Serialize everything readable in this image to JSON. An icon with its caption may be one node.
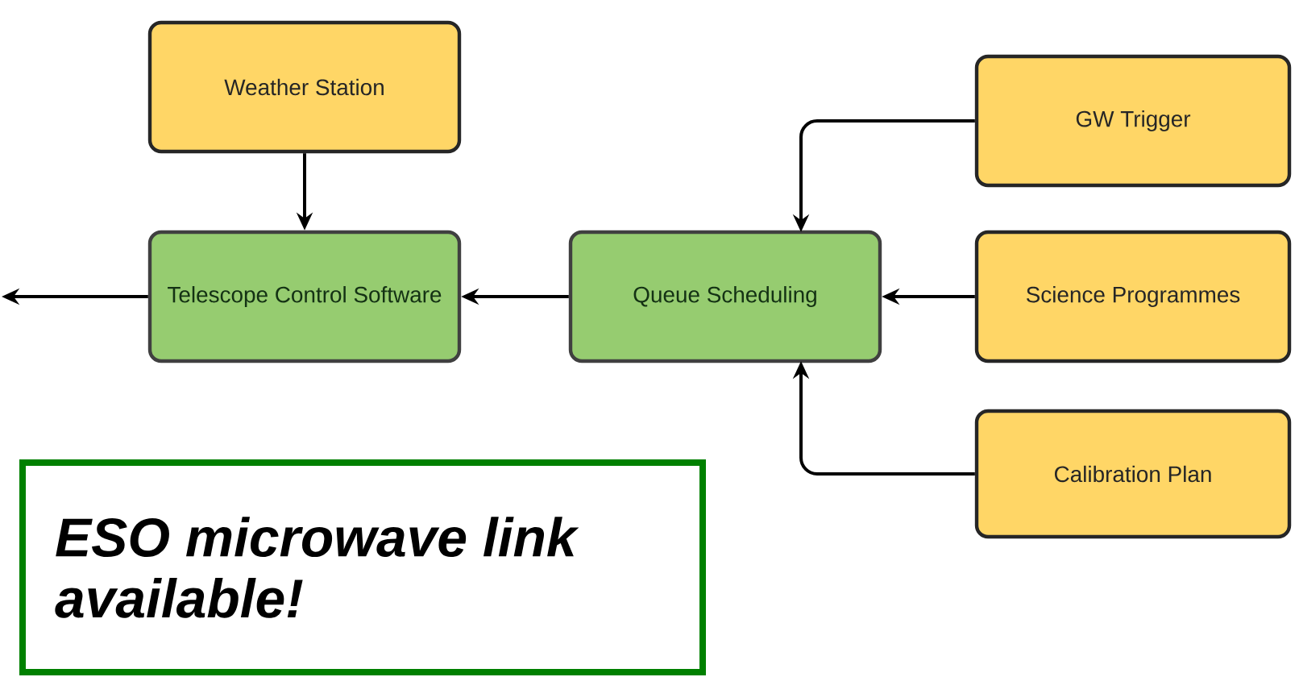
{
  "diagram": {
    "nodes": [
      {
        "text": [
          "Weather Station"
        ]
      },
      {
        "text": [
          "Telescope Control Software"
        ]
      },
      {
        "text": [
          "Queue Scheduling"
        ]
      },
      {
        "text": [
          "GW Trigger"
        ]
      },
      {
        "text": [
          "Science Programmes"
        ]
      },
      {
        "text": [
          "Calibration Plan"
        ]
      },
      {
        "text": [
          "ESO microwave link available!"
        ]
      }
    ],
    "edges": [
      {
        "from": 0,
        "to": 1,
        "arrow": "to"
      },
      {
        "from": 2,
        "to": 1,
        "arrow": "to"
      },
      {
        "from": 3,
        "to": 2,
        "arrow": "to"
      },
      {
        "from": 4,
        "to": 2,
        "arrow": "to"
      },
      {
        "from": 5,
        "to": 2,
        "arrow": "to"
      },
      {
        "from": 1,
        "to": null,
        "arrow": "to"
      }
    ]
  }
}
